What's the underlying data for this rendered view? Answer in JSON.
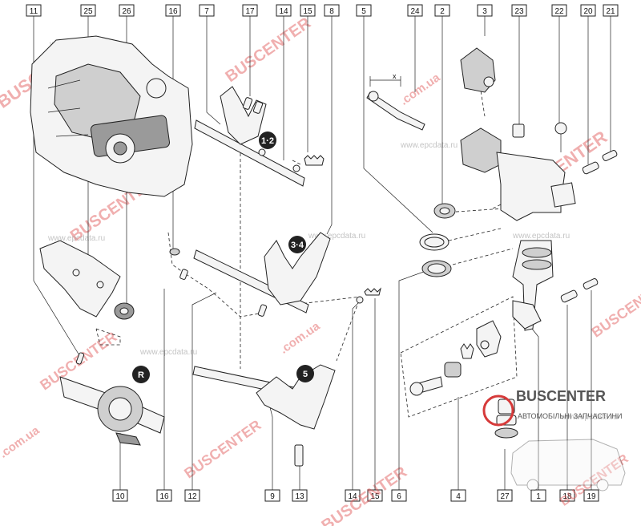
{
  "callouts_top": [
    "11",
    "25",
    "26",
    "16",
    "7",
    "17",
    "14",
    "15",
    "8",
    "5",
    "24",
    "2",
    "3",
    "23",
    "22",
    "20",
    "21"
  ],
  "callouts_bottom": [
    "10",
    "16",
    "12",
    "9",
    "13",
    "14",
    "15",
    "6",
    "4",
    "27",
    "1",
    "18",
    "19"
  ],
  "shift_badges": {
    "gear_12": "1·2",
    "gear_34": "3·4",
    "gear_5": "5",
    "gear_reverse": "R"
  },
  "dimension_label": "x",
  "watermarks": {
    "brand": "BUSCENTER",
    "domain_ua": ".com.ua",
    "epc": "www.epcdata.ru"
  },
  "logo": {
    "title": "BUSCENTER",
    "subtitle": "АВТОМОБІЛЬНІ ЗАПЧАСТИНИ"
  },
  "colors": {
    "line": "#222222",
    "watermark": "#e05050",
    "logo_red": "#d63a3a",
    "badge": "#222222"
  }
}
